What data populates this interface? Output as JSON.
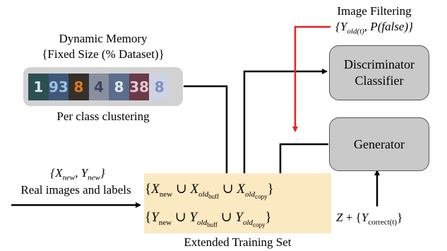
{
  "image_filtering": {
    "title": "Image Filtering",
    "formula": "{Y_old(t), P(false)}"
  },
  "dynamic_memory": {
    "title": "Dynamic Memory",
    "subtitle": "{Fixed Size (% Dataset)}",
    "caption": "Per class clustering",
    "digit_samples": [
      "1",
      "93",
      "8",
      "4",
      "8",
      "38",
      "8"
    ]
  },
  "discriminator": {
    "label_line1": "Discriminator",
    "label_line2": "Classifier"
  },
  "generator": {
    "label": "Generator"
  },
  "real_images": {
    "formula": "{X_new, Y_new}",
    "label": "Real images and labels"
  },
  "extended_training_set": {
    "row_x": "X_new ∪ X_old_buff ∪ X_old_copy",
    "row_y": "Y_new ∪ Y_old_buff ∪ Y_old_copy",
    "caption": "Extended Training Set"
  },
  "generator_input": {
    "formula": "Z + {Y_correct(t)}"
  },
  "colors": {
    "filter_arrow": "#e8201c",
    "module_fill": "#c9c9c9",
    "training_set_fill": "#fbe9c2"
  }
}
